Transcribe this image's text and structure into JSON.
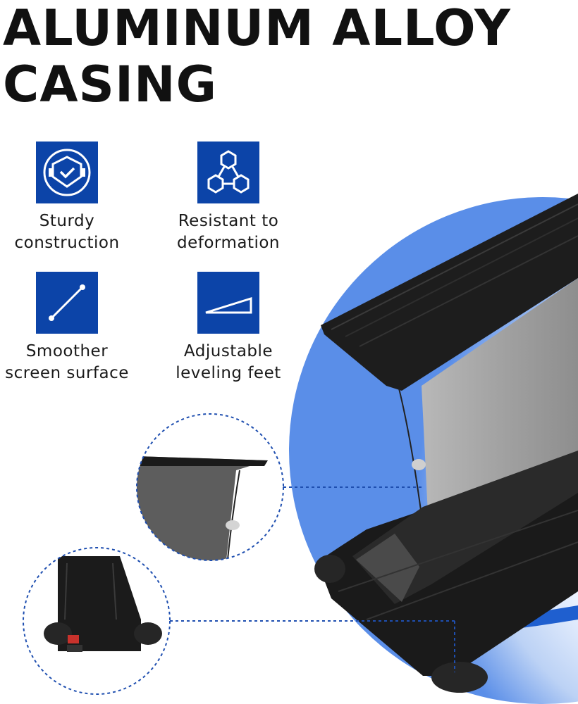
{
  "title": "ALUMINUM ALLOY\nCASING",
  "features": [
    {
      "label": "Sturdy\nconstruction",
      "icon": "shield-check-icon"
    },
    {
      "label": "Resistant to\ndeformation",
      "icon": "hexagon-network-icon"
    },
    {
      "label": "Smoother\nscreen surface",
      "icon": "diagonal-line-icon"
    },
    {
      "label": "Adjustable\nleveling feet",
      "icon": "wedge-triangle-icon"
    }
  ],
  "colors": {
    "accent": "#0c44a8",
    "casing": "#1c1c1c",
    "screen": "#9a9a9a"
  }
}
